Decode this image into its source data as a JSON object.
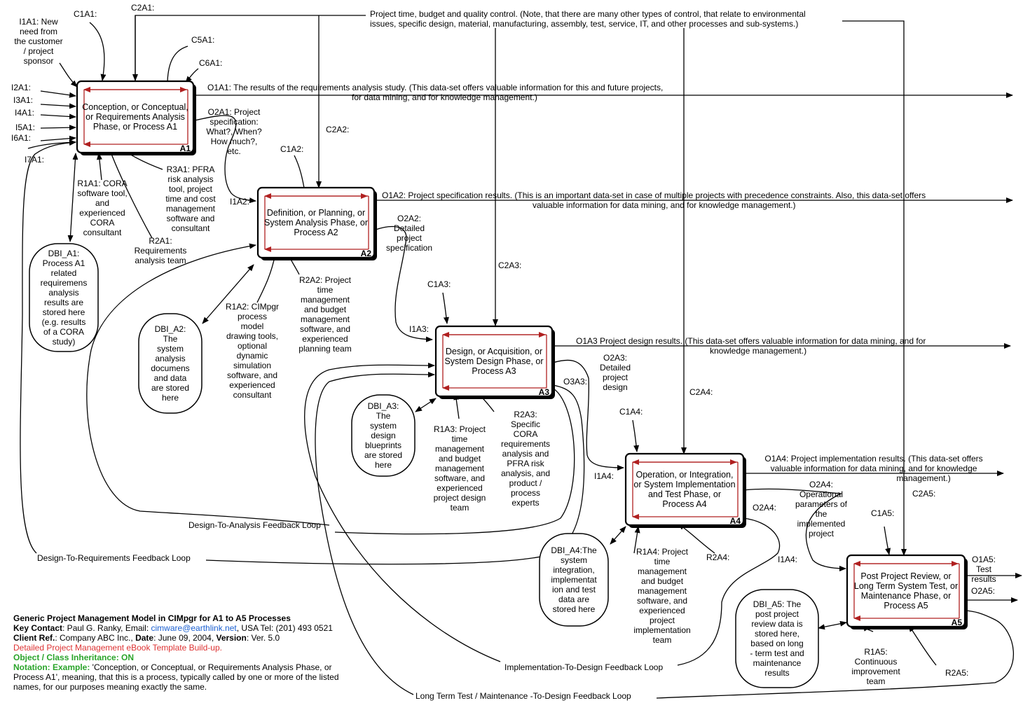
{
  "controls_header": [
    "Project time, budget and quality control. (Note, that there are many other types of control, that relate to environmental",
    "issues, specific design, material, manufacturing, assembly, test, service, IT, and other processes and sub-systems.)"
  ],
  "processes": [
    {
      "id": "A1",
      "lines": [
        "Conception, or Conceptual,",
        "or Requirements Analysis",
        "Phase, or  Process A1"
      ]
    },
    {
      "id": "A2",
      "lines": [
        "Definition, or Planning, or",
        "System Analysis Phase, or",
        "Process A2"
      ]
    },
    {
      "id": "A3",
      "lines": [
        "Design, or Acquisition, or",
        "System Design Phase, or",
        "Process A3"
      ]
    },
    {
      "id": "A4",
      "lines": [
        "Operation, or Integration,",
        "or System Implementation",
        "and Test Phase, or",
        "Process A4"
      ]
    },
    {
      "id": "A5",
      "lines": [
        "Post Project Review, or",
        "Long Term System Test, or",
        "Maintenance Phase, or",
        "Process A5"
      ]
    }
  ],
  "stores": [
    {
      "id": "DBI_A1",
      "lines": [
        "DBI_A1:",
        "Process A1",
        "related",
        "requiremens",
        "analysis",
        "results are",
        "stored here",
        "(e.g. results",
        "of a CORA",
        "study)"
      ]
    },
    {
      "id": "DBI_A2",
      "lines": [
        "DBI_A2:",
        "The",
        "system",
        "analysis",
        "documens",
        "and data",
        "are stored",
        "here"
      ]
    },
    {
      "id": "DBI_A3",
      "lines": [
        "DBI_A3:",
        "The",
        "system",
        "design",
        "blueprints",
        "are stored",
        "here"
      ]
    },
    {
      "id": "DBI_A4",
      "lines": [
        "DBI_A4:The",
        "system",
        "integration,",
        "implementat",
        "ion and test",
        "data are",
        "stored here"
      ]
    },
    {
      "id": "DBI_A5",
      "lines": [
        "DBI_A5: The",
        "post project",
        "review data is",
        "stored here,",
        "based on long",
        "- term test and",
        "maintenance",
        "results"
      ]
    }
  ],
  "labels": {
    "i1a1": [
      "I1A1: New",
      "need from",
      "the customer",
      "/ project",
      "sponsor"
    ],
    "c1a1": "C1A1:",
    "c2a1": "C2A1:",
    "c5a1": "C5A1:",
    "c6a1": "C6A1:",
    "i2a1": "I2A1:",
    "i3a1": "I3A1:",
    "i4a1": "I4A1:",
    "i5a1": "I5A1:",
    "i6a1": "I6A1:",
    "i7a1": "I7A1:",
    "o1a1": [
      "O1A1: The results of the requirements analysis study. (This data-set offers valuable information for this and future projects,",
      "for data mining, and for knowledge management.)"
    ],
    "o2a1": [
      "O2A1: Project",
      "specification:",
      "What?, When?",
      "How much?,",
      "etc."
    ],
    "r1a1": [
      "R1A1: CORA",
      "software tool,",
      "and",
      "experienced",
      "CORA",
      "consultant"
    ],
    "r2a1": [
      "R2A1:",
      "Requirements",
      "analysis team"
    ],
    "r3a1": [
      "R3A1: PFRA",
      "risk analysis",
      "tool, project",
      "time and cost",
      "management",
      "software and",
      "consultant"
    ],
    "c2a2": "C2A2:",
    "c1a2": "C1A2:",
    "i1a2": "I1A2:",
    "o1a2": [
      "O1A2: Project specification results. (This is an important data-set  in case of multiple projects with precedence constraints. Also, this data-set offers",
      "valuable information for data mining, and for knowledge management.)"
    ],
    "o2a2": [
      "O2A2:",
      "Detailed",
      "project",
      "specification"
    ],
    "r1a2": [
      "R1A2: CIMpgr",
      "process",
      "model",
      "drawing tools,",
      "optional",
      "dynamic",
      "simulation",
      "software, and",
      "experienced",
      "consultant"
    ],
    "r2a2": [
      "R2A2:  Project",
      "time",
      "management",
      "and budget",
      "management",
      "software, and",
      "experienced",
      "planning team"
    ],
    "c2a3": "C2A3:",
    "c1a3": "C1A3:",
    "i1a3": "I1A3:",
    "o1a3": [
      "O1A3 Project design results. (This data-set offers valuable information for data mining, and for",
      "knowledge management.)"
    ],
    "o2a3": [
      "O2A3:",
      "Detailed",
      "project",
      "design"
    ],
    "o3a3": "O3A3:",
    "r1a3": [
      "R1A3: Project",
      "time",
      "management",
      "and budget",
      "management",
      "software, and",
      "experienced",
      "project design",
      "team"
    ],
    "r2a3": [
      "R2A3:",
      "Specific",
      "CORA",
      "requirements",
      "analysis and",
      "PFRA risk",
      "analysis, and",
      "product /",
      "process",
      "experts"
    ],
    "c2a4": "C2A4:",
    "c1a4": "C1A4:",
    "i1a4": "I1A4:",
    "o1a4": [
      "O1A4: Project implementation results. (This data-set offers",
      "valuable information for data mining, and for knowledge",
      "management.)"
    ],
    "o2a4_top": [
      "O2A4:",
      "Operational",
      "parameters of",
      "the",
      "implemented",
      "project"
    ],
    "o2a4_left": "O2A4:",
    "r1a4": [
      "R1A4: Project",
      "time",
      "management",
      "and budget",
      "management",
      "software, and",
      "experienced",
      "project",
      "implementation",
      "team"
    ],
    "r2a4": "R2A4:",
    "c2a5": "C2A5:",
    "c1a5": "C1A5:",
    "i1a4b": "I1A4:",
    "o1a5": [
      "O1A5:",
      "Test",
      "results"
    ],
    "o2a5": "O2A5:",
    "r1a5": [
      "R1A5:",
      "Continuous",
      "improvement",
      "team"
    ],
    "r2a5": "R2A5:",
    "loop_d2a": "Design-To-Analysis Feedback Loop",
    "loop_d2r": "Design-To-Requirements Feedback Loop",
    "loop_i2d": "Implementation-To-Design Feedback Loop",
    "loop_lt": "Long Term Test / Maintenance -To-Design Feedback Loop"
  },
  "legend": {
    "title": "Generic Project Management Model in CIMpgr for A1 to A5 Processes",
    "contact_label": "Key Contact",
    "contact_pre": ": Paul G. Ranky, Email: ",
    "email": "cimware@earthlink.net",
    "contact_post": ", USA Tel: (201) 493 0521",
    "client_label": "Client Ref.",
    "client_val": ": Company ABC Inc., ",
    "date_label": "Date",
    "date_val": ": June 09, 2004, ",
    "version_label": "Version",
    "version_val": ": Ver. 5.0",
    "template": "Detailed Project Management eBook Template Build-up.",
    "inheritance": "Object / Class Inheritance: ON",
    "notation_label": "Notation: Example:",
    "notation_text1": " 'Conception, or Conceptual, or Requirements Analysis Phase, or",
    "notation_text2": "Process A1', meaning, that this is a process, typically called by one or more of the listed",
    "notation_text3": "names, for our purposes meaning exactly the same."
  }
}
